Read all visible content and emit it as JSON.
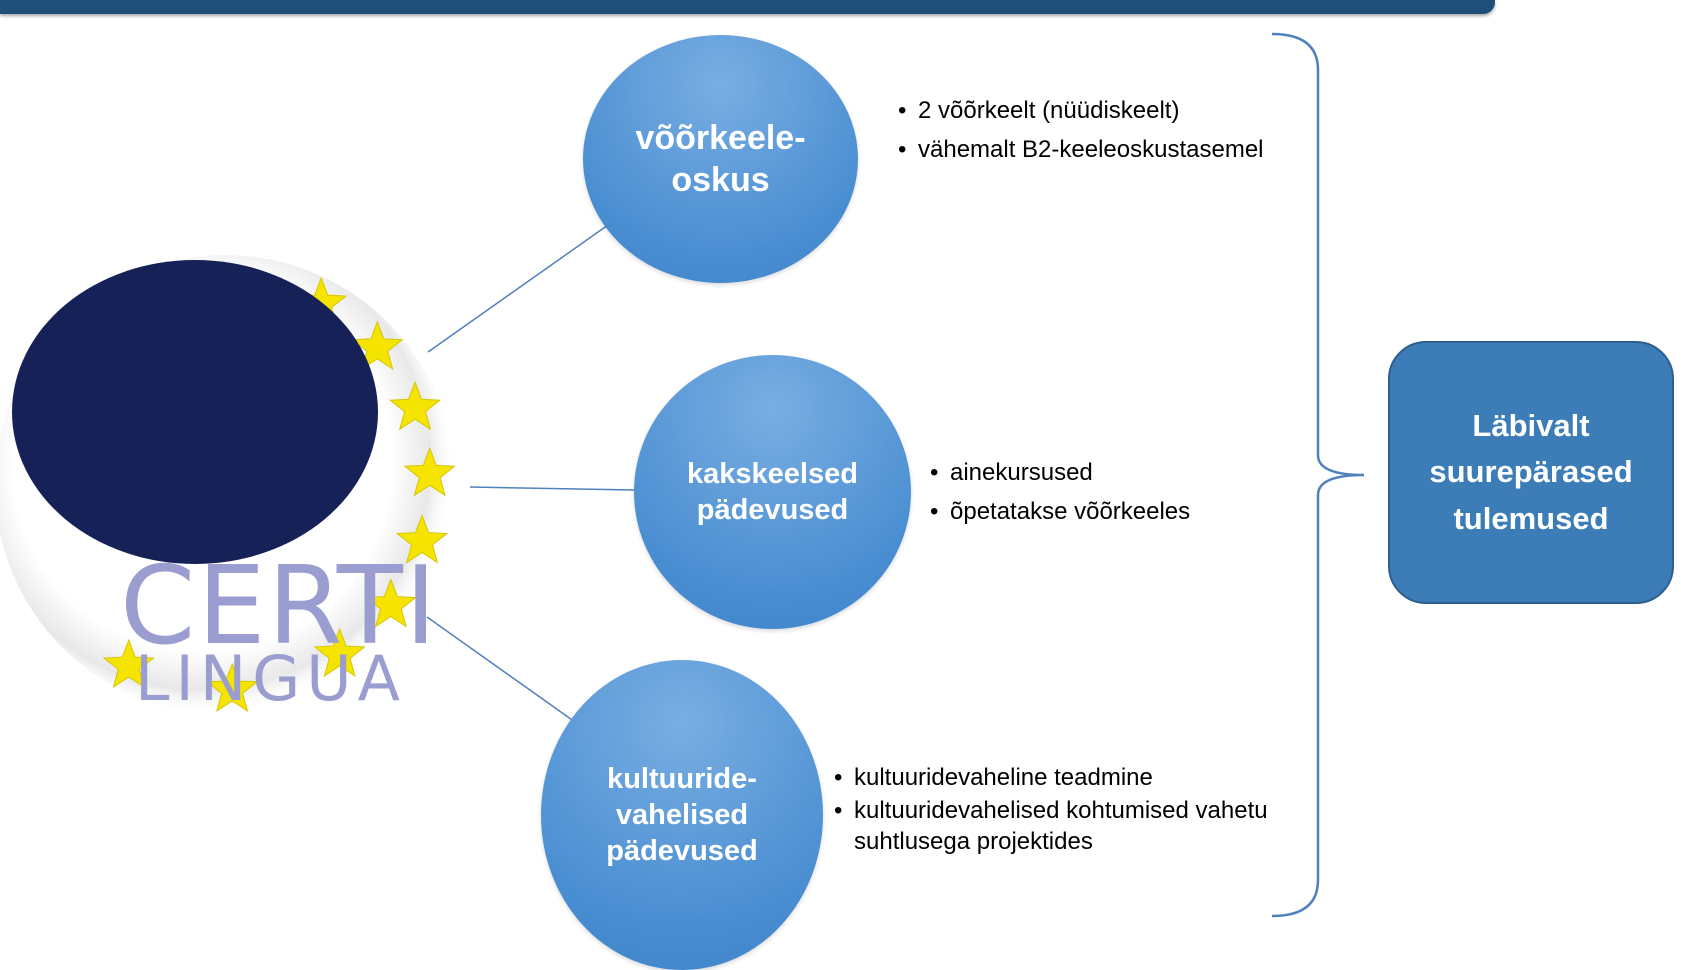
{
  "logo": {
    "text": "CERTI",
    "subtext": "LINGUA"
  },
  "nodes": [
    {
      "title": "võõrkeele-oskus",
      "bullets": [
        "2 võõrkeelt (nüüdiskeelt)",
        "vähemalt B2-keeleoskustasemel"
      ]
    },
    {
      "title": "kakskeelsed pädevused",
      "bullets": [
        "ainekursused",
        "õpetatakse võõrkeeles"
      ]
    },
    {
      "title": "kultuuride-vahelised pädevused",
      "bullets": [
        "kultuuridevaheline teadmine",
        "kultuuridevahelised kohtumised vahetu suhtlusega projektides"
      ]
    }
  ],
  "result": {
    "label": "Läbivalt suurepärased tulemused"
  },
  "colors": {
    "header_bar": "#1f4e79",
    "circle": "#4a8ed2",
    "result_box": "#3c7db8",
    "logo_dark": "#162157",
    "star": "#f4e400",
    "connector": "#4f81bd"
  }
}
